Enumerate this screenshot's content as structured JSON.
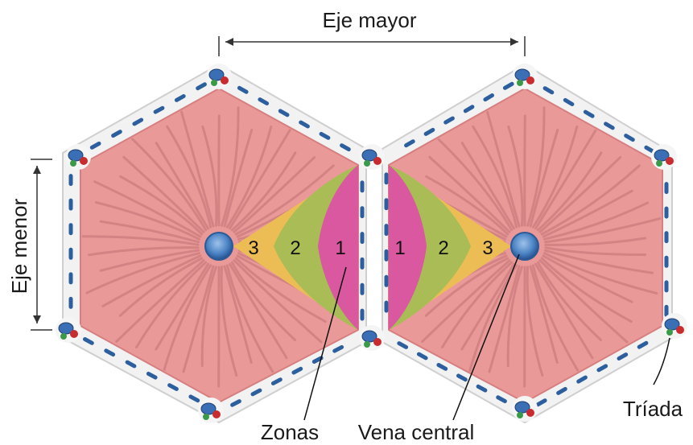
{
  "labels": {
    "major_axis": "Eje mayor",
    "minor_axis": "Eje menor",
    "zones": "Zonas",
    "central_vein": "Vena central",
    "triad": "Tríada"
  },
  "zone_numbers": [
    "1",
    "2",
    "3"
  ],
  "colors": {
    "background": "#ffffff",
    "lobule_outer": "#f2f2f2",
    "lobule_fill": "#e99a98",
    "lobule_edge": "#d77f80",
    "hepatic_cords": "#cf7f80",
    "zone_1": "#d9589f",
    "zone_2": "#a9bc56",
    "zone_3": "#ecbd55",
    "portal_vein": "#3a6fb5",
    "hepatic_artery": "#c92c2f",
    "bile_duct": "#3a9a4a",
    "central_vein": "#4f86c6",
    "sinusoid_blue": "#2d5f9e"
  },
  "icons": [
    "portal-triad-icon",
    "central-vein-icon"
  ]
}
